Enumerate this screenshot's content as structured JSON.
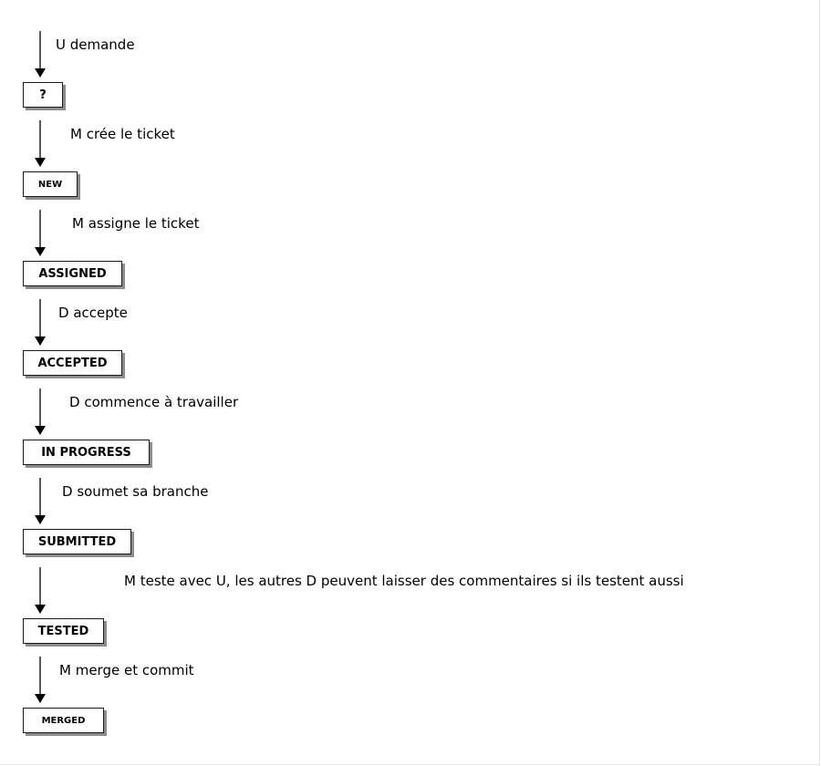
{
  "diagram": {
    "start_label": "U demande",
    "states": [
      {
        "label": "?"
      },
      {
        "label": "NEW"
      },
      {
        "label": "ASSIGNED"
      },
      {
        "label": "ACCEPTED"
      },
      {
        "label": "IN PROGRESS"
      },
      {
        "label": "SUBMITTED"
      },
      {
        "label": "TESTED"
      },
      {
        "label": "MERGED"
      }
    ],
    "transitions": [
      {
        "label": "M crée le ticket"
      },
      {
        "label": "M assigne le ticket"
      },
      {
        "label": "D accepte"
      },
      {
        "label": "D commence à travailler"
      },
      {
        "label": "D soumet sa branche"
      },
      {
        "label": "M teste avec U, les autres D peuvent laisser des commentaires si ils testent aussi"
      },
      {
        "label": "M merge et commit"
      }
    ]
  }
}
